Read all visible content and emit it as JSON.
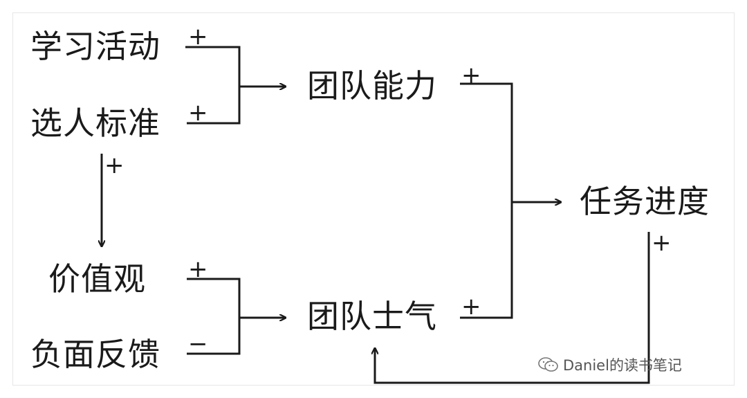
{
  "nodes": {
    "learning": "学习活动",
    "selection": "选人标准",
    "values": "价值观",
    "negative_feedback": "负面反馈",
    "team_ability": "团队能力",
    "team_morale": "团队士气",
    "task_progress": "任务进度"
  },
  "polarity": {
    "learning_to_ability": "+",
    "selection_to_ability": "+",
    "selection_to_values": "+",
    "values_to_morale": "+",
    "negative_feedback_to_morale": "−",
    "ability_to_progress": "+",
    "morale_to_progress": "+",
    "progress_to_morale": "+"
  },
  "watermark": {
    "text": "Daniel的读书笔记",
    "icon": "wechat-icon"
  },
  "colors": {
    "ink": "#1a1a1a",
    "watermark": "#555555"
  }
}
